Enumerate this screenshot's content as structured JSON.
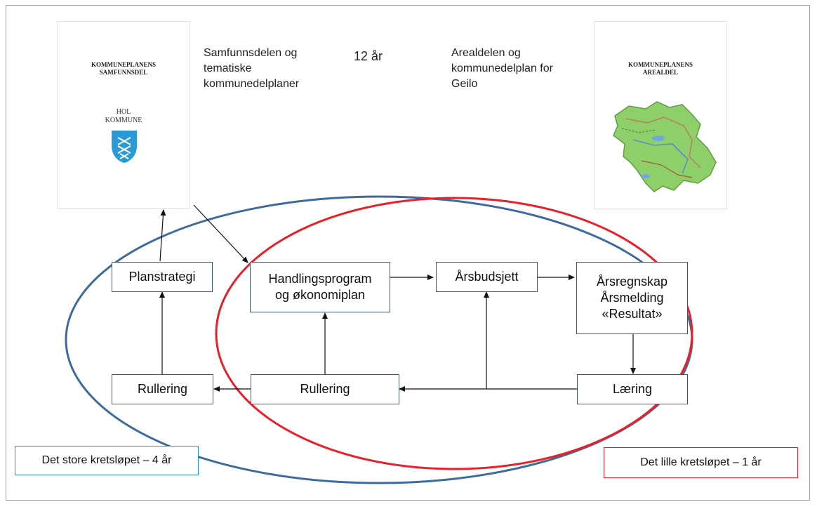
{
  "colors": {
    "big_cycle": "#3e6b9c",
    "small_cycle": "#e8202a",
    "box_border": "#3d5873",
    "legend_big_border": "#2f8fd8",
    "legend_small_border": "#e8202a",
    "shield": "#2a9ad6",
    "map_green": "#8fcf6a"
  },
  "covers": {
    "left": {
      "title": "KOMMUNEPLANENS\nSAMFUNNSDEL",
      "municipality": "HOL\nKOMMUNE",
      "emblem": "hol-coat-of-arms-icon"
    },
    "right": {
      "title": "KOMMUNEPLANENS\nAREALDEL",
      "map": "municipality-map-icon"
    }
  },
  "captions": {
    "samfunnsdel": "Samfunnsdelen og\ntematiske\nkommunedelplaner",
    "period": "12 år",
    "arealdel": "Arealdelen og\nkommunedelplan for\nGeilo"
  },
  "boxes": {
    "planstrategi": "Planstrategi",
    "handlingsprogram": "Handlingsprogram\nog økonomiplan",
    "arsbudsjett": "Årsbudsjett",
    "arsregnskap": "Årsregnskap\nÅrsmelding\n«Resultat»",
    "rullering_outer": "Rullering",
    "rullering_inner": "Rullering",
    "laering": "Læring"
  },
  "legends": {
    "big_cycle": "Det store kretsløpet – 4 år",
    "small_cycle": "Det lille kretsløpet – 1 år"
  }
}
